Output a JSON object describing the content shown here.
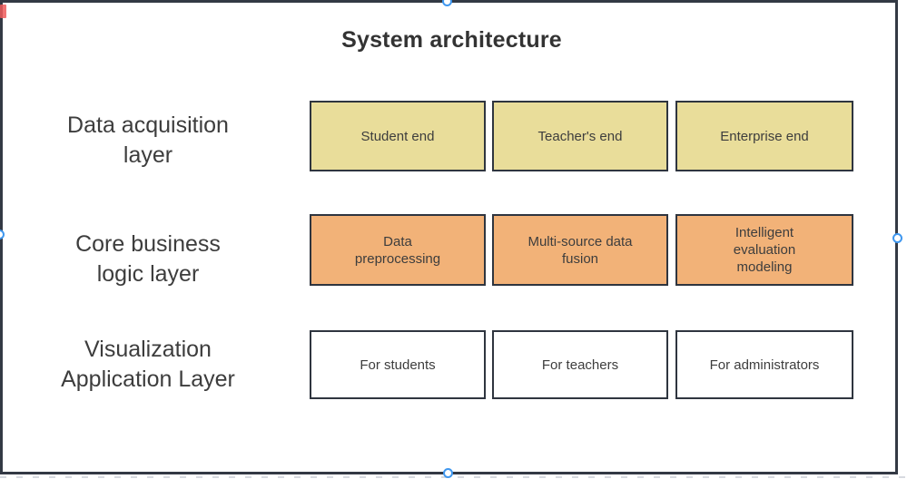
{
  "editor": {
    "handle_color": "#3f97ef",
    "collaborator_marker_color": "#ee5c5c",
    "selection_handles": [
      "top-center",
      "bottom-center",
      "left-middle",
      "right-middle"
    ]
  },
  "diagram": {
    "title": "System architecture",
    "frame_border_color": "#333944",
    "box_border_color": "#2f353f",
    "text_color": "#3d3d3d",
    "layers": [
      {
        "label": "Data acquisition\nlayer",
        "box_fill": "#e9dd9a",
        "boxes": [
          {
            "label": "Student end"
          },
          {
            "label": "Teacher's end"
          },
          {
            "label": "Enterprise end"
          }
        ]
      },
      {
        "label": "Core business\nlogic layer",
        "box_fill": "#f2b278",
        "boxes": [
          {
            "label": "Data\npreprocessing"
          },
          {
            "label": "Multi-source data\nfusion"
          },
          {
            "label": "Intelligent\nevaluation\nmodeling"
          }
        ]
      },
      {
        "label": "Visualization\nApplication Layer",
        "box_fill": "#ffffff",
        "boxes": [
          {
            "label": "For students"
          },
          {
            "label": "For teachers"
          },
          {
            "label": "For administrators"
          }
        ]
      }
    ]
  }
}
